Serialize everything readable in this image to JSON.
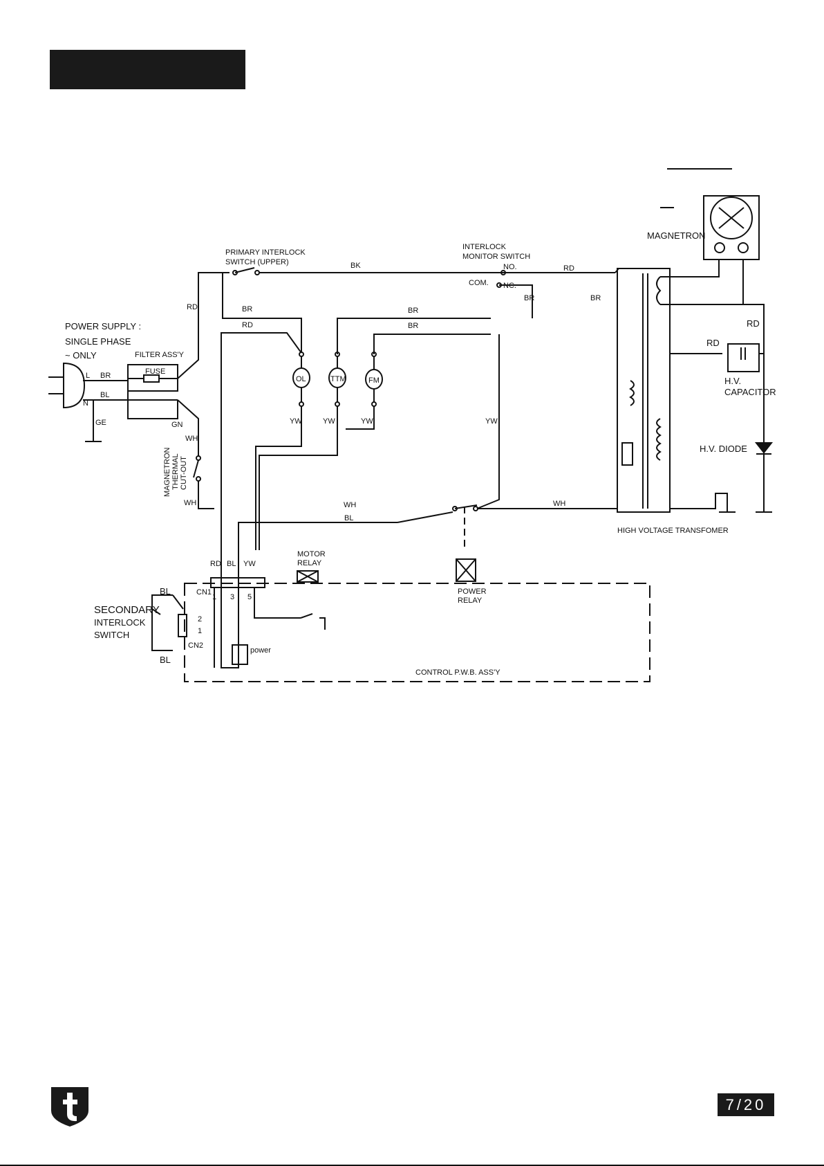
{
  "labels": {
    "power_supply": "POWER SUPPLY :",
    "single_phase": "SINGLE PHASE",
    "only": "~  ONLY",
    "filter_assy": "FILTER ASS'Y",
    "fuse": "FUSE",
    "primary_interlock_1": "PRIMARY INTERLOCK",
    "primary_interlock_2": "SWITCH (UPPER)",
    "interlock_monitor_1": "INTERLOCK",
    "interlock_monitor_2": "MONITOR SWITCH",
    "no": "NO.",
    "nc": "NC.",
    "com": "COM.",
    "magnetron": "MAGNETRON",
    "hv_capacitor_1": "H.V.",
    "hv_capacitor_2": "CAPACITOR",
    "hv_diode": "H.V.  DIODE",
    "hv_transformer": "HIGH VOLTAGE TRANSFOMER",
    "thermal_1": "MAGNETRON",
    "thermal_2": "THERMAL",
    "thermal_3": "CUT-OUT",
    "motor_relay_1": "MOTOR",
    "motor_relay_2": "RELAY",
    "power_relay_1": "POWER",
    "power_relay_2": "RELAY",
    "secondary_1": "SECONDARY",
    "secondary_2": "INTERLOCK",
    "secondary_3": "SWITCH",
    "control_pwb": "CONTROL P.W.B. ASS'Y",
    "power": "power",
    "cn1": "CN1",
    "cn2": "CN2",
    "pin1": "1",
    "pin3": "3",
    "pin5": "5",
    "pin_cn2_1": "1",
    "pin_cn2_2": "2",
    "ol": "OL",
    "ttm": "TTM",
    "fm": "FM",
    "L": "L",
    "N": "N",
    "GE": "GE",
    "GN": "GN"
  },
  "wires": {
    "bk": "BK",
    "rd": "RD",
    "br": "BR",
    "bl": "BL",
    "yw": "YW",
    "wh": "WH"
  },
  "footer": {
    "page": "7/20"
  }
}
